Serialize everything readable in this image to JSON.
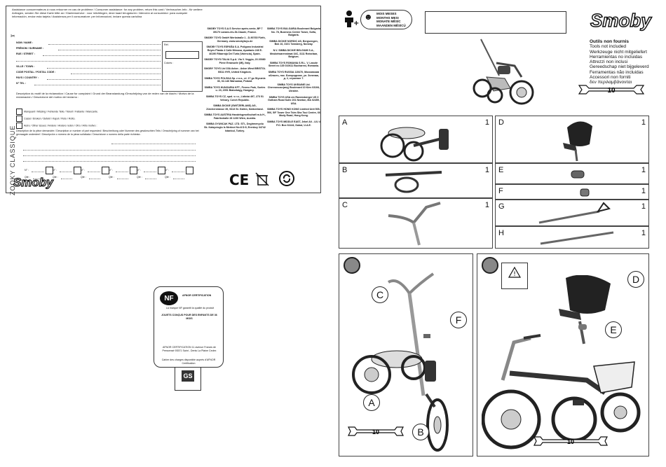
{
  "card": {
    "header": "Assistance consommateurs à nous retourner en cas de problème / Consumer assistance: for any problem, return this card / Verbraucher-Info - für weitere Anfragen, senden Sie diese Karte bitte an / Klantenservice : voor inlichtingen, deze kaart terugsturen / Atención al consumidor: para cualquier información, enviar esta tarjeta / Assistenza per il consumatore: per informazioni, inviare questa cartolina",
    "fields": [
      "NOM / NAME :",
      "PRÉNOM / SURNAME :",
      "RUE / STREET :",
      "VILLE / TOWN :",
      "CODE POSTAL / POSTAL CODE :",
      "PAYS / COUNTRY :",
      "N° TEL :"
    ],
    "ref_label": "Réf.",
    "coloris_label": "Coloris :",
    "motif": "Description du motif de la réclamation / Cause for complaint / Grund der Beanstandung /Omschrijving van de reden van de klacht / Motivo de la reclamación / Descrizione del motivo del reclamo :",
    "options": [
      "Manquant / Missing / Fehlende Teile / Tekort / Faltante / Mancante.",
      "Cassé / Broken / Defekt / Kapot / Roto / Rotto.",
      "Autre / Other issues / Andere / Andere redén / Otro / Altro motivo :"
    ],
    "detail": "Description de la pièce demandée / Description or number of part requested / Beschreibung oder Nummer des gewünschten Teils / Omschrijving of nummer van het gevraagde onderdeel / Descripción o número de la pieza solicitada / Descrizione o numero della parte richiesta :",
    "num_label": "N° :",
    "qty_label": "Qté :",
    "vertical": "ZOOKY CLASSIQUE",
    "brand": "Smoby"
  },
  "addresses": [
    "SMOBY TOYS S.A.S Service après-vente, BP 7 39170 Lavans-lès-St-Claude, France.",
    "SMOBY TOYS GmbH Werkstraße 1 - D-90765 Fürth, Germany. www.smobytoys.de",
    "SMOBY TOYS ESPAÑA S.A. Poligono Industrial Reyes Planta 4 Calle Mimosa, Apartado 246 E-46190 Ribarroja Del Turia (Valencia), Spain.",
    "SMOBY TOYS ITALIA S.p.A. Via V. Veggio, 23 20080 Pieve Emanuele (MI), Italy.",
    "SMOBY TOYS Ltd 15A Avlon - Avlon West BRISTOL BS11 9YR, United Kingdom.",
    "SIMBA TOYS POLSKA Sp. z o.o., ul. 17 go Stycznia 36, 02-146 Warszawa, Poland.",
    "SIMBA TOYS HUNGARIA KFT., Ferenc Park, Szeles u. 23, 2051 Biatorbágy, Hungary.",
    "SIMBA TOYS CZ, spol. s r.o., Lidická 497, 273 51 Velvary, Czech Republic.",
    "SIMBA DICKIE (SWITZERLAND) AG, Zürcherstrasse 39, 9413 St. Gallen, Switzerland.",
    "SIMBA TOYS AUSTRIA Handelsgesellschaft m.b.H., Fabrikstraße 28 1230 Wien, Austria.",
    "SIMBA OYUNCAK PAZ. LTD. STI., Degirmenyolu Sk. Kalaycioglu Is Merkezi No:8 D:9, Erenkoy 34742 Istanbul, Turkey."
  ],
  "addresses2": [
    "SIMBA TOYS BULGARIA Boulevard Bulgaria No. 78, Business Center Tower, Sofia, Bulgaria.",
    "SIMBA DICKIE NORDIC AS, Bergsengen, Bok 16, 3101 Tønsberg, Norway.",
    "N.V. SIMBA DICKIE BELGIUM S.A., Meubelwarenstraat 34C, 3111 Rotselaar, Belgium.",
    "SIMBA TOYS ROMANIA S.R.L. V. Lascăr Street no 135 010611 Bucharest, Romania.",
    "SIMBA TOYS RUSSIA 115470, Московская область, пос. Богородское, ул. Зеленая, д. 2, строение 7.",
    "SIMBA TOYS UKRAINE Ltd. Chervonozorjanyj Boulevard 10 Kiev 03194, Ukraine.",
    "SIMBA TOYS USA c/o Ravensberger US 3 Gotham Road Suite 201 Newton, MA 02459, USA.",
    "SIMBA TOYS HONG KONG Limited Unit 505-506, 5/F Tower One Tsim Sha Tsui Centre, 66 Mody Road, Hong Kong.",
    "SIMBA TOYS MIDDLE EAST, Jebel Ali - LIU 4 P.O. Box 61144, Dubai, U.A.E."
  ],
  "age": {
    "line1": "MOIS MESES",
    "line2": "MONTHS MESI",
    "line3": "MONATE MĚSÍC",
    "line4": "MAANDEN MĚSÍCŮ"
  },
  "tools": {
    "title": "Outils non fournis",
    "lines": [
      "Tools not included",
      "Werkzeuge nicht mitgeliefert",
      "Herramientas no incluidas",
      "Attrezzi non inclusi",
      "Gereedschap niet bijgeleverd",
      "Ferramentas não incluidas",
      "Accessori non forniti",
      "δεν περιλαμβάνονται"
    ],
    "size": "10"
  },
  "parts_left": [
    {
      "label": "A",
      "qty": "1"
    },
    {
      "label": "B",
      "qty": "1"
    },
    {
      "label": "C",
      "qty": "1"
    }
  ],
  "parts_right": [
    {
      "label": "D",
      "qty": "1"
    },
    {
      "label": "E",
      "qty": "1"
    },
    {
      "label": "F",
      "qty": "1"
    },
    {
      "label": "G",
      "qty": "1"
    },
    {
      "label": "H",
      "qty": "1"
    }
  ],
  "step1_callouts": [
    "C",
    "F",
    "A",
    "B"
  ],
  "step2_callouts": [
    "D",
    "E"
  ],
  "wrench1": "10",
  "wrench2": "10",
  "nf": {
    "logo": "NF",
    "afnor": "AFNOR CERTIFICATION",
    "text1": "La marque NF garantit la qualité du produit",
    "text2": "JOUETS CONÇUS POUR DES ENFANTS DE 36 MOIS",
    "text3": "AFNOR CERTIFICATION 11 avenue Francis de Pressensé 93571 Saint - Denis La Plaine Cedex",
    "footer": "Cahier des charges disponible auprès d'AFNOR Certification"
  },
  "gs": "GS"
}
